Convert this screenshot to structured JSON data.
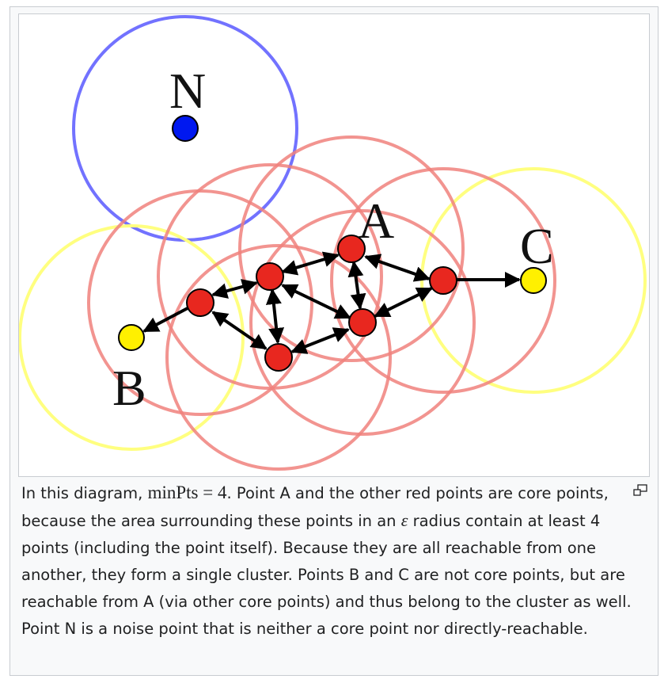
{
  "diagram": {
    "labels": {
      "noise": "N",
      "core_a": "A",
      "border_b": "B",
      "border_c": "C"
    },
    "colors": {
      "core_fill": "#e8271f",
      "core_ring": "#f0817c",
      "border_fill": "#fff000",
      "border_ring": "#ffff80",
      "noise_fill": "#0018f0",
      "noise_ring": "#7272ff",
      "arrow": "#000000"
    }
  },
  "caption": {
    "intro": "In this diagram, ",
    "math_minpts": "minPts",
    "math_eq": " = 4",
    "part1": ". Point A and the other red points are core points, because the area surrounding these points in an ",
    "epsilon": "ε",
    "part2": " radius contain at least 4 points (including the point itself). Because they are all reachable from one another, they form a single cluster. Points B and C are not core points, but are reachable from A (via other core points) and thus belong to the cluster as well. Point N is a noise point that is neither a core point nor directly-reachable."
  },
  "controls": {
    "enlarge_icon": "magnify-icon"
  }
}
